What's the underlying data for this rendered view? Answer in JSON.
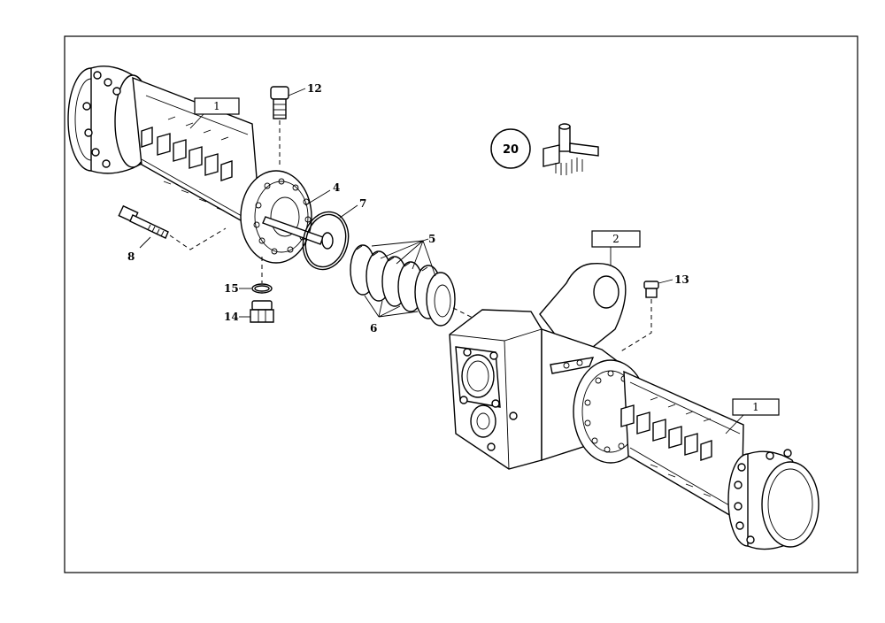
{
  "diagram": {
    "part_labels": {
      "axle_left": "1",
      "axle_right": "1",
      "center_housing": "2",
      "pin": "4",
      "disc_pack": "5",
      "plate_pack": "6",
      "o_ring": "7",
      "bolt": "8",
      "breather": "12",
      "plug_right": "13",
      "plug_bottom": "14",
      "washer": "15"
    },
    "torque_symbol": {
      "value": "20",
      "icon": "torque-wrench-icon"
    }
  }
}
